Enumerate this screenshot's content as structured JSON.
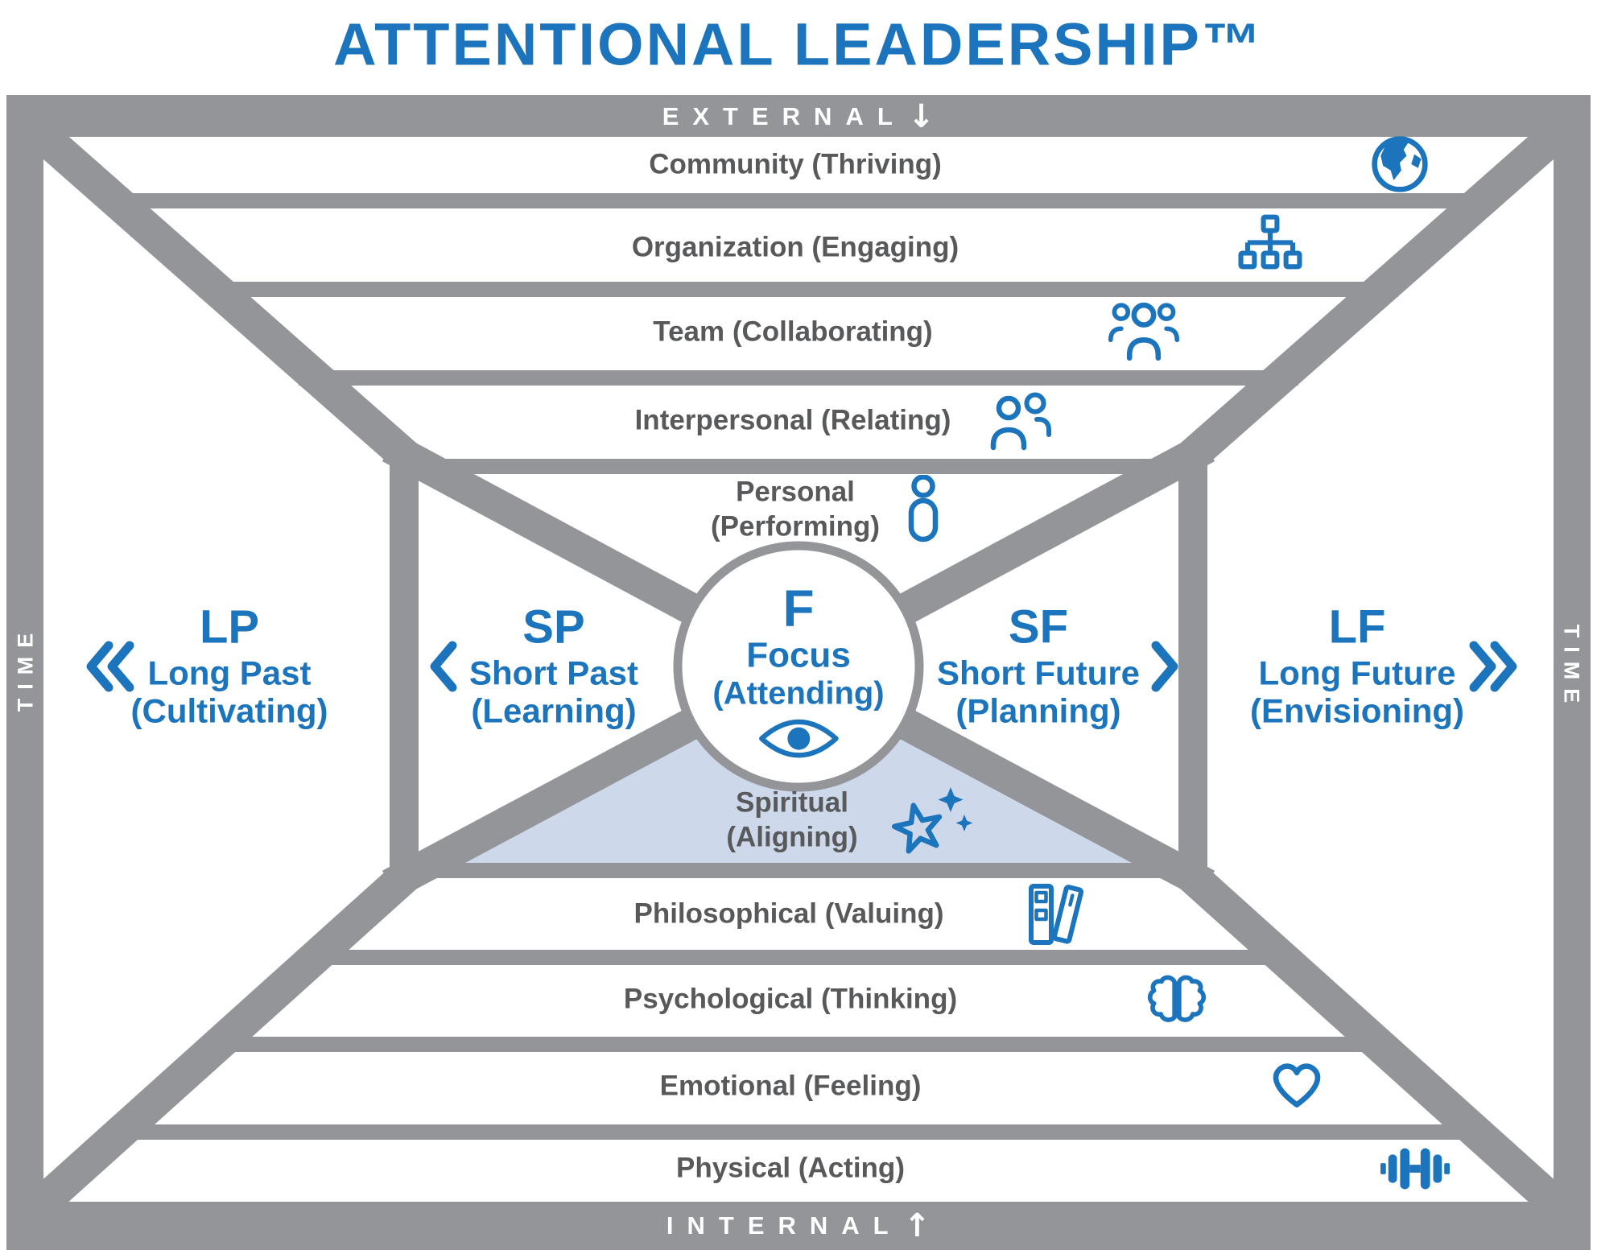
{
  "title": "ATTENTIONAL LEADERSHIP™",
  "frame": {
    "external_label": "EXTERNAL",
    "external_arrow": "↓",
    "internal_label": "INTERNAL",
    "internal_arrow": "↑",
    "time_left": "TIME",
    "time_right": "TIME"
  },
  "external_levels": [
    {
      "label": "Community (Thriving)",
      "icon": "globe"
    },
    {
      "label": "Organization (Engaging)",
      "icon": "org-chart"
    },
    {
      "label": "Team (Collaborating)",
      "icon": "team"
    },
    {
      "label": "Interpersonal (Relating)",
      "icon": "two-people"
    },
    {
      "label": "Personal",
      "sub": "(Performing)",
      "icon": "person"
    }
  ],
  "focus": {
    "abbr": "F",
    "name": "Focus",
    "sub": "(Attending)",
    "icon": "eye"
  },
  "internal_levels": [
    {
      "label": "Spiritual",
      "sub": "(Aligning)",
      "icon": "star-sparkles"
    },
    {
      "label": "Philosophical (Valuing)",
      "icon": "books"
    },
    {
      "label": "Psychological (Thinking)",
      "icon": "brain"
    },
    {
      "label": "Emotional (Feeling)",
      "icon": "heart"
    },
    {
      "label": "Physical (Acting)",
      "icon": "dumbbell"
    }
  ],
  "time_zones": [
    {
      "abbr": "LP",
      "name": "Long Past",
      "sub": "(Cultivating)",
      "chevron": "double-left"
    },
    {
      "abbr": "SP",
      "name": "Short Past",
      "sub": "(Learning)",
      "chevron": "single-left"
    },
    {
      "abbr": "SF",
      "name": "Short Future",
      "sub": "(Planning)",
      "chevron": "single-right"
    },
    {
      "abbr": "LF",
      "name": "Long Future",
      "sub": "(Envisioning)",
      "chevron": "double-right"
    }
  ],
  "colors": {
    "accent_blue": "#1c75bc",
    "frame_gray": "#939598",
    "text_gray": "#58595b",
    "spiritual_fill": "#cdd9eb"
  }
}
